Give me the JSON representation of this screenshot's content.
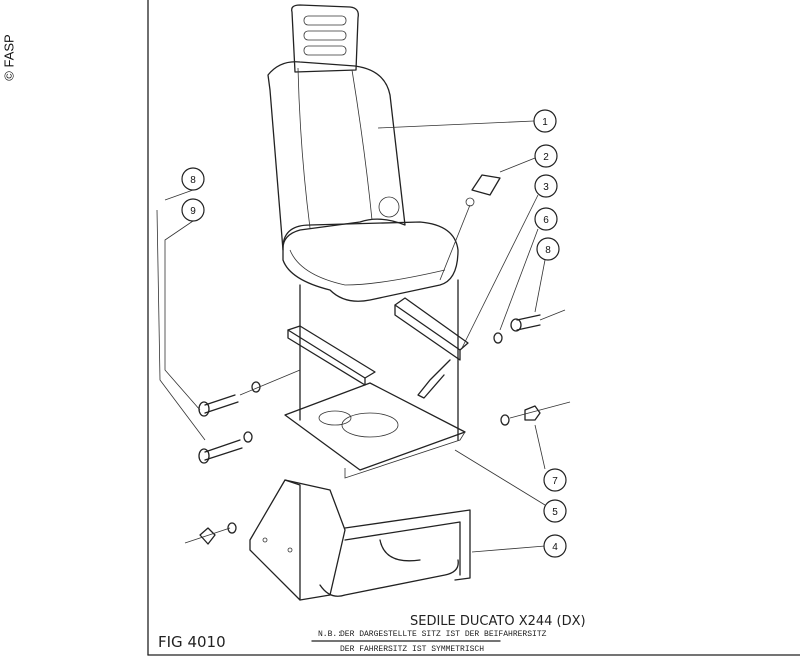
{
  "copyright": "© FASP",
  "figure_label": "FIG 4010",
  "title": "SEDILE DUCATO X244 (DX)",
  "note_prefix": "N.B.:",
  "note_line1": "DER DARGESTELLTE SITZ IST DER BEIFAHRERSITZ",
  "note_line2": "DER FAHRERSITZ IST SYMMETRISCH",
  "callouts": {
    "c1": "1",
    "c2": "2",
    "c3": "3",
    "c6": "6",
    "c8r": "8",
    "c8l": "8",
    "c9": "9",
    "c7": "7",
    "c5": "5",
    "c4": "4"
  }
}
